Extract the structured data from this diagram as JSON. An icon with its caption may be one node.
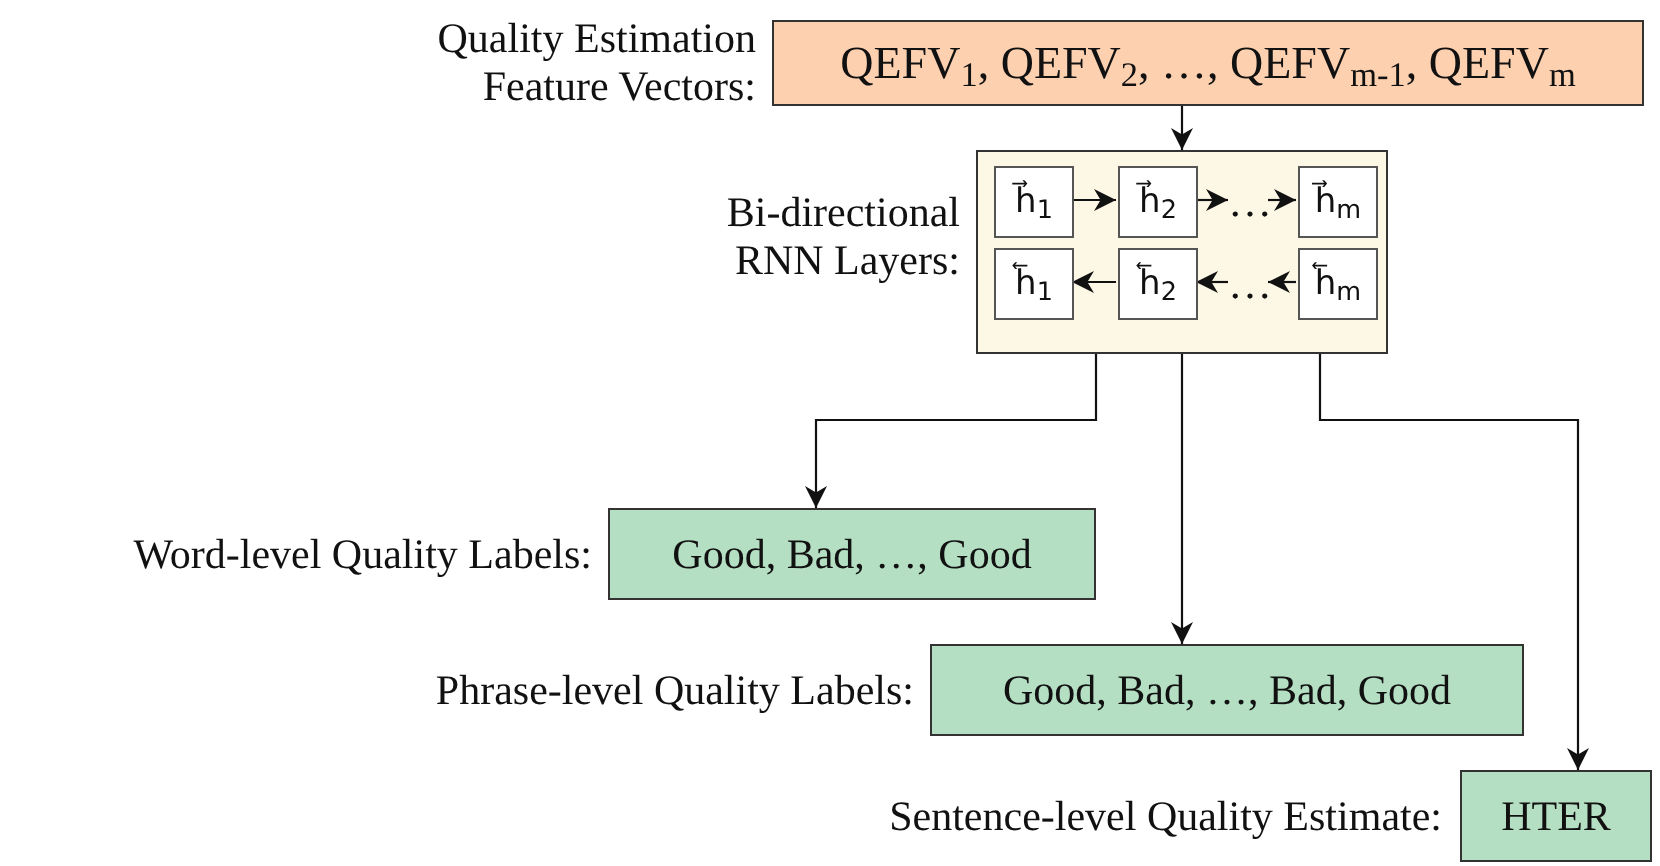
{
  "diagram": {
    "nodes": [
      {
        "text": [
          "QEFV$_{1}$, QEFV$_{2}$, …, QEFV$_{m-1}$, QEFV$_{m}$"
        ],
        "beside": [
          "Quality Estimation Feature Vectors:"
        ]
      },
      {
        "text": [],
        "shape": "box",
        "beside": [
          "Bi-directional RNN Layers:"
        ]
      },
      {
        "text": [
          "h⃗$_{1}$"
        ],
        "in": 1
      },
      {
        "text": [
          "h⃗$_{2}$"
        ],
        "in": 1
      },
      {
        "text": [
          "…"
        ],
        "in": 1
      },
      {
        "text": [
          "h⃗$_{m}$"
        ],
        "in": 1
      },
      {
        "text": [
          "h⃖$_{1}$"
        ],
        "in": 1
      },
      {
        "text": [
          "h⃖$_{2}$"
        ],
        "in": 1
      },
      {
        "text": [
          "…"
        ],
        "in": 1
      },
      {
        "text": [
          "h⃖$_{m}$"
        ],
        "in": 1
      },
      {
        "text": [
          "Good, Bad, …, Good"
        ],
        "beside": [
          "Word-level Quality Labels:"
        ]
      },
      {
        "text": [
          "Good, Bad, …, Bad, Good"
        ],
        "beside": [
          "Phrase-level Quality Labels:"
        ]
      },
      {
        "text": [
          "HTER"
        ],
        "beside": [
          "Sentence-level Quality Estimate:"
        ]
      }
    ],
    "edges": [
      {
        "from": 0,
        "to": 1,
        "arrow": "to"
      },
      {
        "from": 2,
        "to": 3,
        "arrow": "to"
      },
      {
        "from": 3,
        "to": 4,
        "arrow": "to"
      },
      {
        "from": 4,
        "to": 5,
        "arrow": "to"
      },
      {
        "from": 9,
        "to": 8,
        "arrow": "to"
      },
      {
        "from": 8,
        "to": 7,
        "arrow": "to"
      },
      {
        "from": 7,
        "to": 6,
        "arrow": "to"
      },
      {
        "from": 1,
        "to": 10,
        "arrow": "to"
      },
      {
        "from": 1,
        "to": 11,
        "arrow": "to"
      },
      {
        "from": 1,
        "to": 12,
        "arrow": "to"
      }
    ]
  }
}
